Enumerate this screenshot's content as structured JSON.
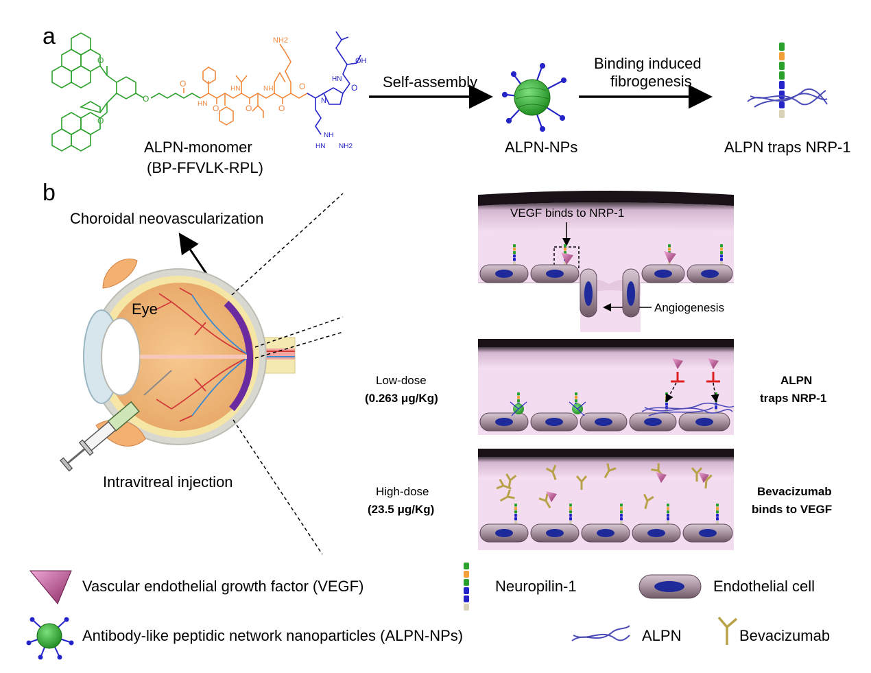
{
  "panel_a": {
    "label": "a",
    "monomer_name": "ALPN-monomer",
    "monomer_sequence": "(BP-FFVLK-RPL)",
    "arrow1_label": "Self-assembly",
    "nanoparticle_label": "ALPN-NPs",
    "arrow2_label_line1": "Binding induced",
    "arrow2_label_line2": "fibrogenesis",
    "result_label": "ALPN traps NRP-1",
    "chem_labels": {
      "o1": "O",
      "o2": "O",
      "o3": "O",
      "o4": "O",
      "o5": "O",
      "o6": "O",
      "o7": "O",
      "o8": "O",
      "o9": "O",
      "nh2_top": "NH2",
      "oh": "OH",
      "hn1": "HN",
      "hn2": "HN",
      "hn3": "NH",
      "hn4": "HN",
      "n_ring": "N",
      "nh_g": "NH",
      "hn_g": "HN",
      "nh2_g": "NH2"
    }
  },
  "panel_b": {
    "label": "b",
    "cnv_label": "Choroidal neovascularization",
    "eye_label": "Eye",
    "injection_label": "Intravitreal injection",
    "vessel1_label": "VEGF binds to NRP-1",
    "angiogenesis_label": "Angiogenesis",
    "low_dose_line1": "Low-dose",
    "low_dose_line2": "(0.263 μg/Kg)",
    "alpn_trap_line1": "ALPN",
    "alpn_trap_line2": "traps NRP-1",
    "high_dose_line1": "High-dose",
    "high_dose_line2": "(23.5 μg/Kg)",
    "beva_line1": "Bevacizumab",
    "beva_line2": "binds to VEGF"
  },
  "legend": {
    "vegf": "Vascular endothelial growth factor (VEGF)",
    "nrp1": "Neuropilin-1",
    "endothelial": "Endothelial cell",
    "alpn_nps": "Antibody-like peptidic network nanoparticles (ALPN-NPs)",
    "alpn": "ALPN",
    "bevacizumab": "Bevacizumab"
  },
  "colors": {
    "green": "#2ca02c",
    "orange": "#f0883e",
    "blue": "#2424c8",
    "vessel_pink": "#f3d6ef",
    "cell": "#b8a6b4",
    "nucleus": "#1f2a9a",
    "vegf": "#c85a9a",
    "antibody": "#b7a247"
  }
}
